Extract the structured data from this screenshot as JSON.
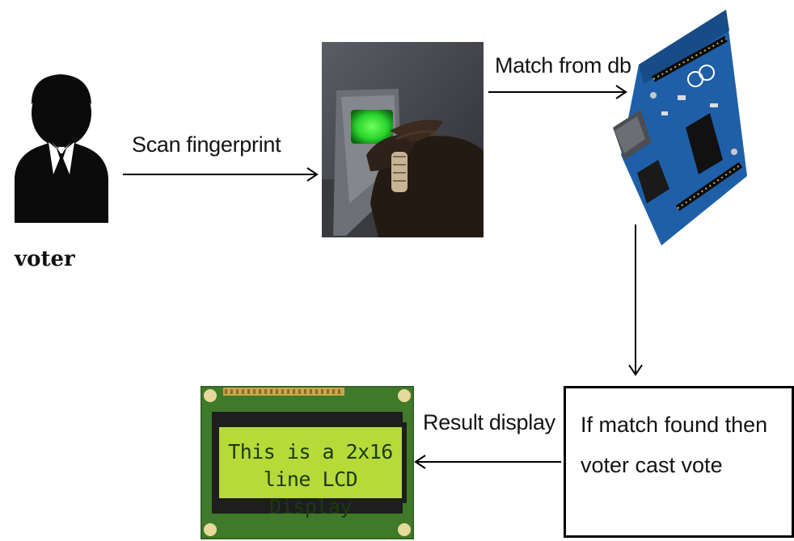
{
  "nodes": {
    "voter": {
      "caption": "voter"
    },
    "lcd": {
      "line1": "This is a 2x16",
      "line2": "line LCD Display"
    },
    "decision": {
      "line1": "If match found then",
      "line2": "voter cast vote"
    }
  },
  "edges": {
    "scan": "Scan fingerprint",
    "match": "Match from db",
    "result": "Result display"
  },
  "colors": {
    "line": "#000000",
    "scanner_glow": "#33e034",
    "board_blue": "#1f5fa8",
    "lcd_green": "#b6da38",
    "pcb_green": "#3f7a2a"
  }
}
